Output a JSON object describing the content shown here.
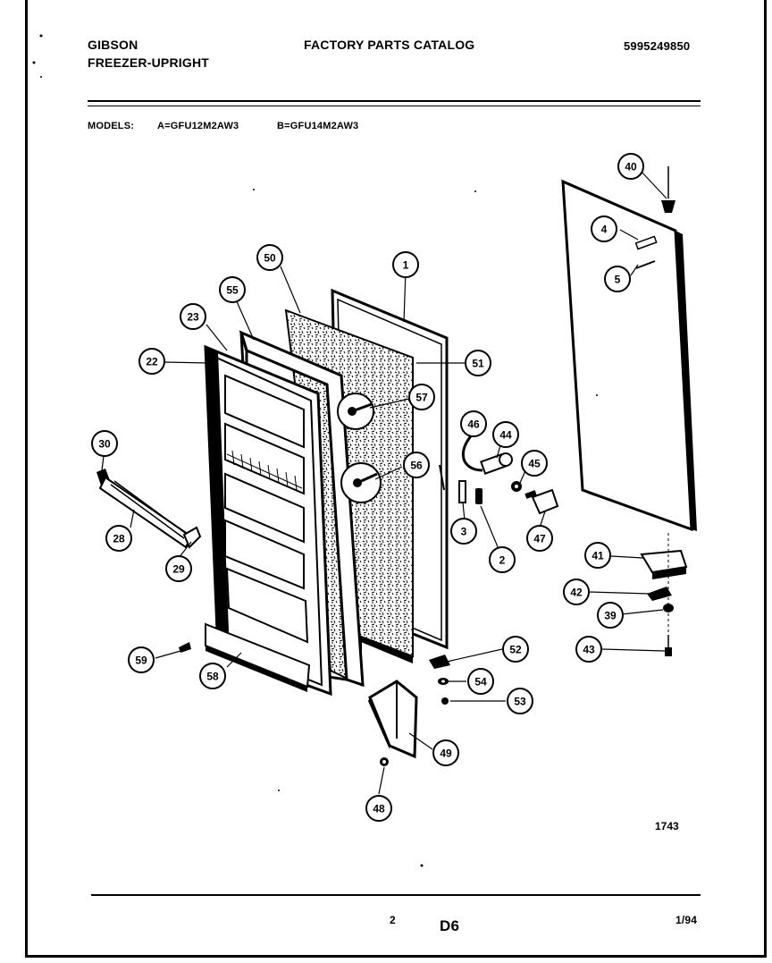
{
  "header": {
    "brand": "GIBSON",
    "product": "FREEZER-UPRIGHT",
    "catalog_title": "FACTORY PARTS CATALOG",
    "catalog_number": "5995249850"
  },
  "models": {
    "label": "MODELS:",
    "model_a": "A=GFU12M2AW3",
    "model_b": "B=GFU14M2AW3"
  },
  "diagram": {
    "callouts": [
      {
        "id": "c40",
        "text": "40"
      },
      {
        "id": "c4",
        "text": "4"
      },
      {
        "id": "c5",
        "text": "5"
      },
      {
        "id": "c50",
        "text": "50"
      },
      {
        "id": "c1",
        "text": "1"
      },
      {
        "id": "c55",
        "text": "55"
      },
      {
        "id": "c23",
        "text": "23"
      },
      {
        "id": "c22",
        "text": "22"
      },
      {
        "id": "c51",
        "text": "51"
      },
      {
        "id": "c57",
        "text": "57"
      },
      {
        "id": "c46",
        "text": "46"
      },
      {
        "id": "c44",
        "text": "44"
      },
      {
        "id": "c45",
        "text": "45"
      },
      {
        "id": "c56",
        "text": "56"
      },
      {
        "id": "c30",
        "text": "30"
      },
      {
        "id": "c3",
        "text": "3"
      },
      {
        "id": "c2",
        "text": "2"
      },
      {
        "id": "c47",
        "text": "47"
      },
      {
        "id": "c28",
        "text": "28"
      },
      {
        "id": "c29",
        "text": "29"
      },
      {
        "id": "c41",
        "text": "41"
      },
      {
        "id": "c42",
        "text": "42"
      },
      {
        "id": "c39",
        "text": "39"
      },
      {
        "id": "c43",
        "text": "43"
      },
      {
        "id": "c52",
        "text": "52"
      },
      {
        "id": "c59",
        "text": "59"
      },
      {
        "id": "c58",
        "text": "58"
      },
      {
        "id": "c54",
        "text": "54"
      },
      {
        "id": "c53",
        "text": "53"
      },
      {
        "id": "c49",
        "text": "49"
      },
      {
        "id": "c48",
        "text": "48"
      }
    ],
    "figure_number": "1743"
  },
  "footer": {
    "page_number": "2",
    "section_code": "D6",
    "date": "1/94"
  }
}
